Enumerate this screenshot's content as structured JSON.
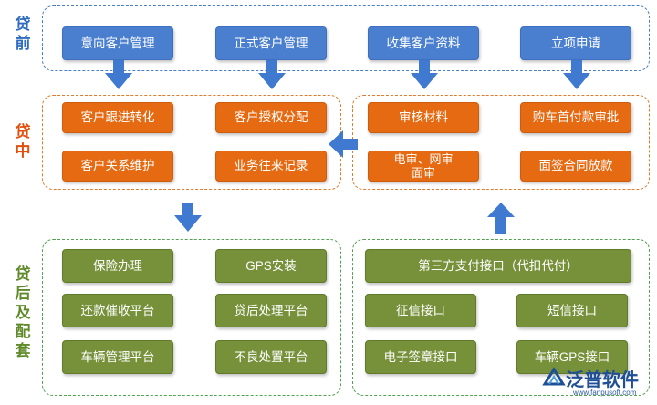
{
  "sections": {
    "pre": "贷前",
    "mid": "贷中",
    "post": "贷后及配套"
  },
  "pre_boxes": [
    "意向客户管理",
    "正式客户管理",
    "收集客户资料",
    "立项申请"
  ],
  "mid_left": [
    "客户跟进转化",
    "客户授权分配",
    "客户关系维护",
    "业务往来记录"
  ],
  "mid_right": [
    "审核材料",
    "购车首付款审批",
    "电审、网审\n面审",
    "面签合同放款"
  ],
  "post_left": [
    "保险办理",
    "GPS安装",
    "还款催收平台",
    "贷后处理平台",
    "车辆管理平台",
    "不良处置平台"
  ],
  "post_right": [
    "第三方支付接口（代扣代付）",
    "征信接口",
    "短信接口",
    "电子签章接口",
    "车辆GPS接口"
  ],
  "logo": {
    "name": "泛普软件",
    "url": "www.fanpusoft.com"
  },
  "colors": {
    "blue": "#4a7fd0",
    "orange": "#e66a11",
    "green": "#77913a",
    "pre_label": "#2f6cc0",
    "mid_label": "#e2500e",
    "post_label": "#5f8a2a"
  }
}
